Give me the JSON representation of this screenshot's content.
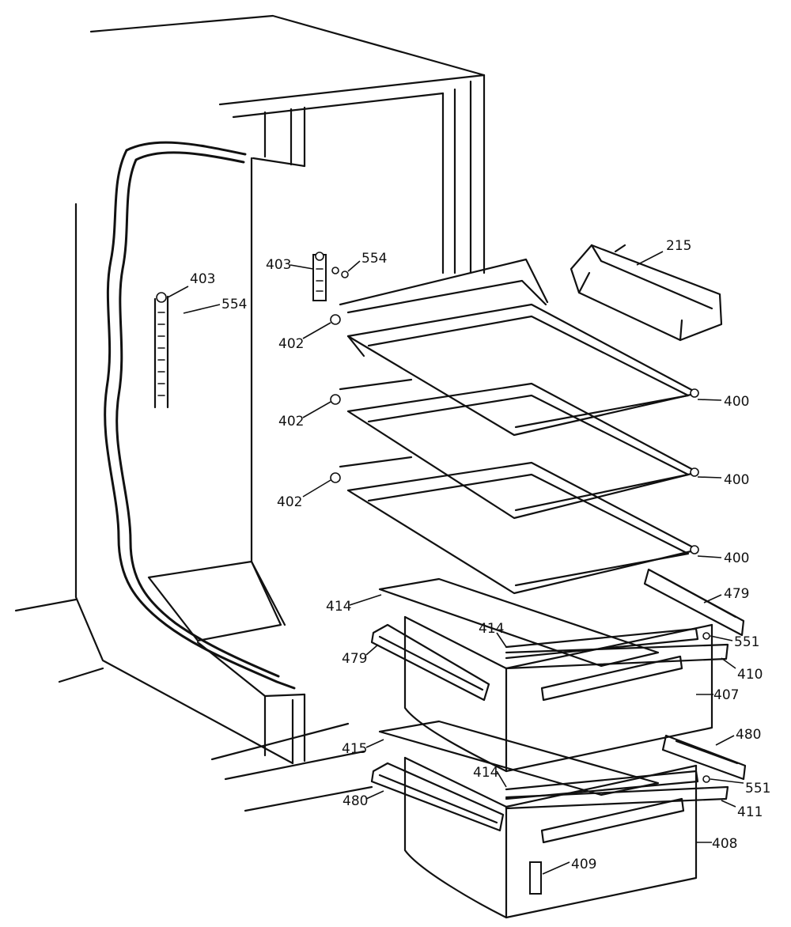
{
  "diagram": {
    "callouts": {
      "c215": "215",
      "c403_left": "403",
      "c554_left": "554",
      "c403_right": "403",
      "c554_right": "554",
      "c402_top": "402",
      "c402_mid": "402",
      "c402_low": "402",
      "c400_top": "400",
      "c400_mid": "400",
      "c400_low": "400",
      "c414_left": "414",
      "c414_upper": "414",
      "c414_lower": "414",
      "c479_right": "479",
      "c479_left": "479",
      "c551_upper": "551",
      "c551_lower": "551",
      "c410": "410",
      "c407": "407",
      "c415": "415",
      "c480_right": "480",
      "c480_left": "480",
      "c411": "411",
      "c408": "408",
      "c409": "409"
    }
  }
}
